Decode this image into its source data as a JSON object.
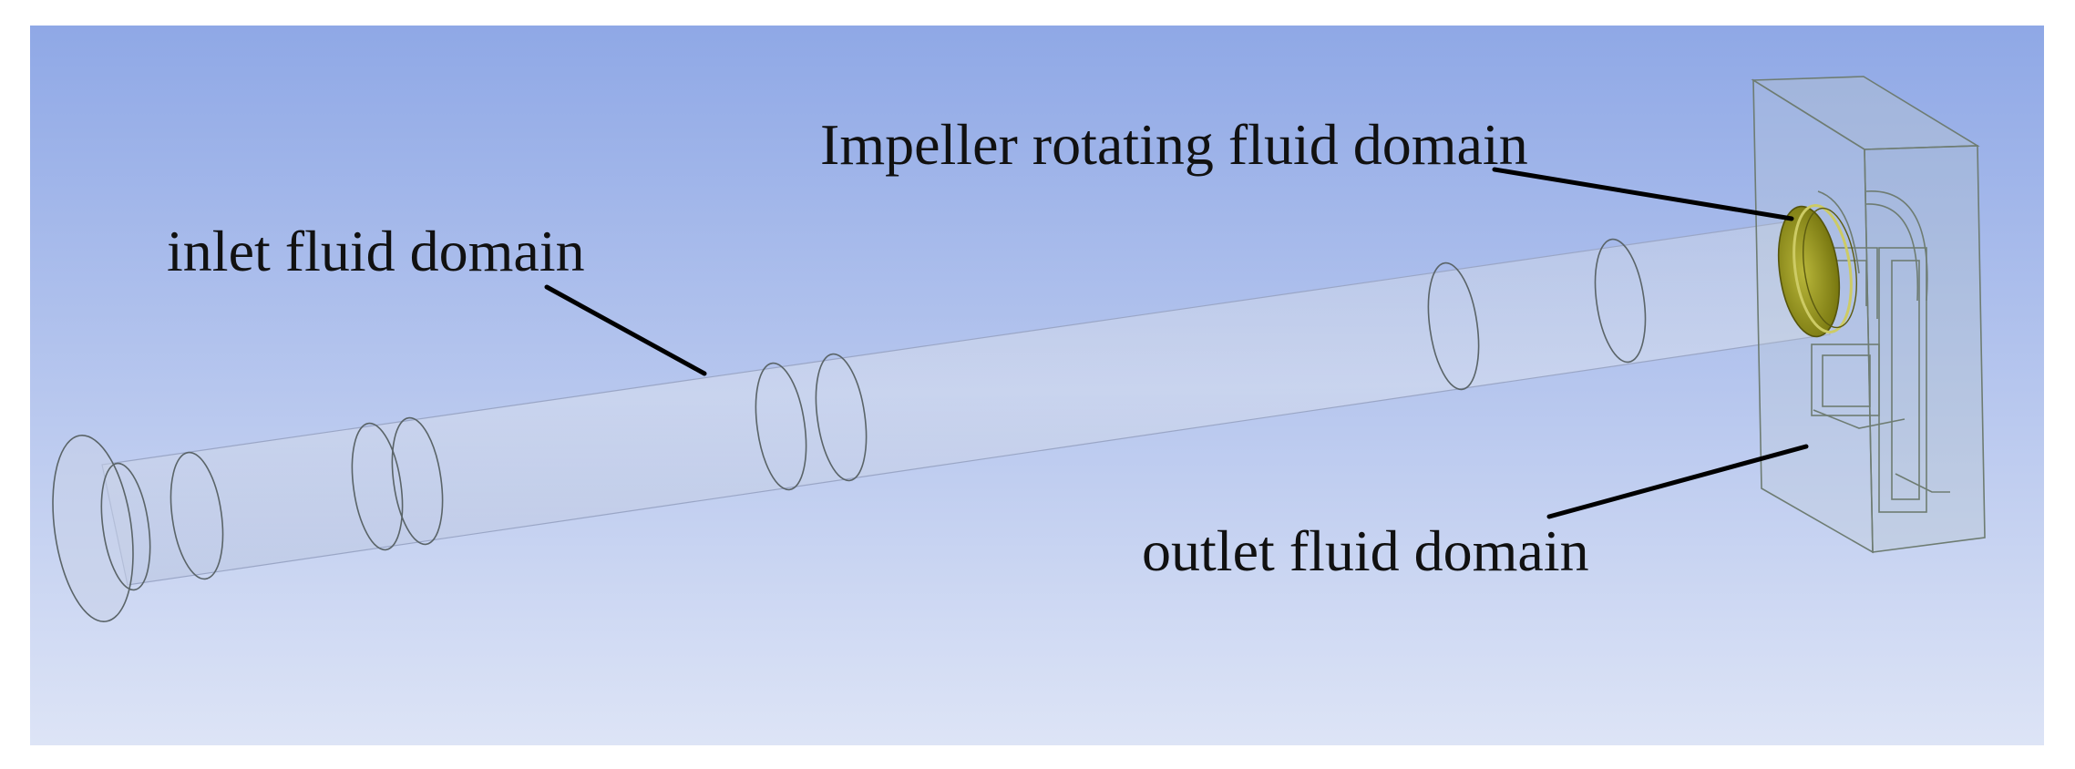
{
  "labels": {
    "impeller": "Impeller rotating fluid domain",
    "inlet": "inlet fluid domain",
    "outlet": "outlet fluid domain"
  },
  "colors": {
    "background_top": "#8fa8e6",
    "background_bottom": "#dde4f6",
    "impeller_face": "#9c9a1e",
    "edge": "#5a6468",
    "leader": "#000000"
  }
}
